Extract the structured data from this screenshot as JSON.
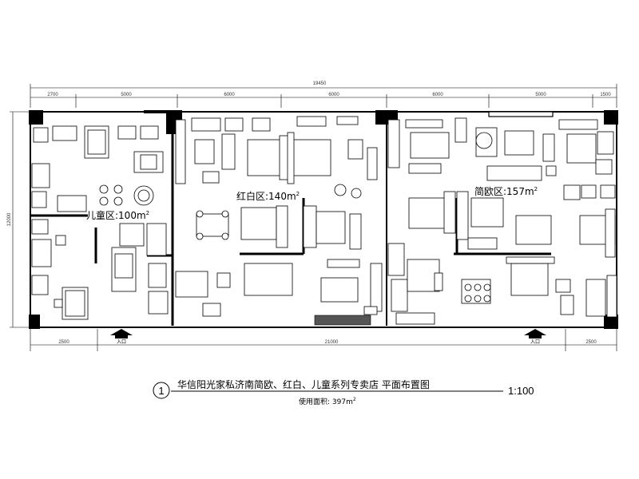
{
  "dimensions": {
    "overall_top": "19450",
    "top_segments": [
      "2700",
      "5000",
      "6000",
      "6000",
      "6000",
      "5000",
      "1500"
    ],
    "left_height": "12000",
    "bottom_segments": [
      "2500",
      "21000",
      "2500"
    ]
  },
  "zones": {
    "kids": {
      "name": "儿童区:",
      "area": "100m",
      "sup": "2"
    },
    "red_white": {
      "name": "红白区:",
      "area": "140m",
      "sup": "2"
    },
    "simple_euro": {
      "name": "简欧区:",
      "area": "157m",
      "sup": "2"
    }
  },
  "entrances": {
    "left": "入口",
    "right": "入口"
  },
  "title": {
    "number": "1",
    "text": "华信阳光家私济南简欧、红白、儿童系列专卖店   平面布置图",
    "scale": "1:100",
    "subtitle": "使用面积: 397m",
    "subtitle_sup": "2"
  }
}
